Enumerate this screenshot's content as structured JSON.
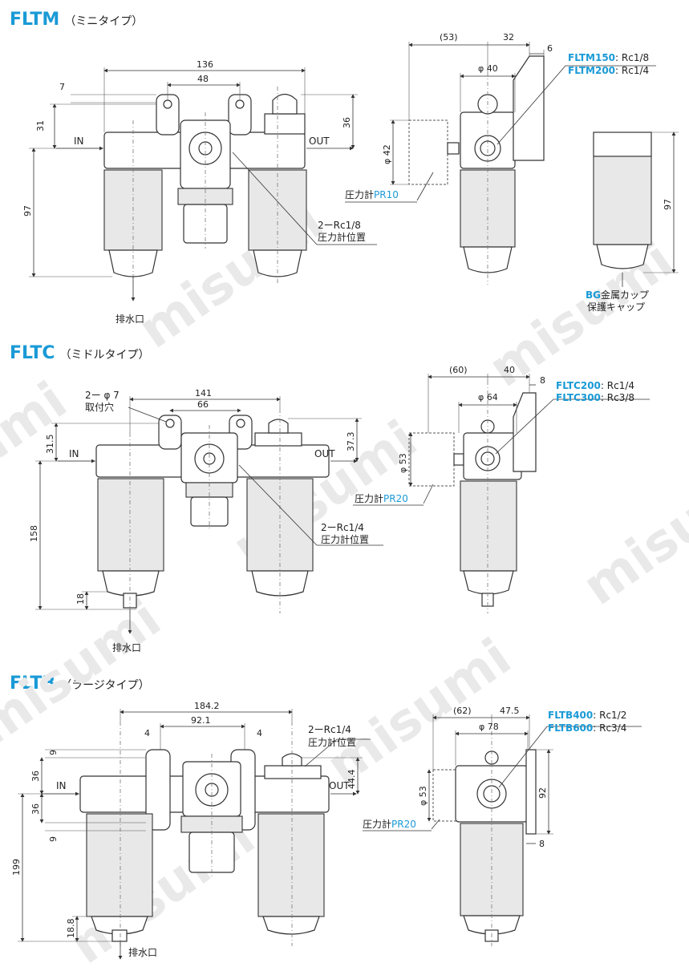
{
  "sections": [
    {
      "code": "FLTM",
      "subtitle": "（ミニタイプ）",
      "dims": {
        "total_w": "136",
        "inner_w": "48",
        "left_7": "7",
        "left_31": "31",
        "height_97": "97",
        "right_36": "36",
        "side_53": "(53)",
        "side_32": "32",
        "side_6": "6",
        "phi40": "φ 40",
        "phi42": "φ 42",
        "cap_97": "97"
      },
      "in": "IN",
      "out": "OUT",
      "port_note": [
        "2ーRc1/8",
        "圧力計位置"
      ],
      "drain": "排水口",
      "gauge_prefix": "圧力計",
      "gauge_code": "PR10",
      "models": [
        {
          "name": "FLTM150",
          "port": ": Rc1/8"
        },
        {
          "name": "FLTM200",
          "port": ": Rc1/4"
        }
      ],
      "cap_code": "BG",
      "cap_text": [
        "金属カップ",
        "保護キャップ"
      ]
    },
    {
      "code": "FLTC",
      "subtitle": "（ミドルタイプ）",
      "dims": {
        "total_w": "141",
        "inner_w": "66",
        "left_315": "31.5",
        "height_158": "158",
        "bottom_18": "18",
        "right_373": "37.3",
        "side_60": "(60)",
        "side_40": "40",
        "side_8": "8",
        "phi64": "φ 64",
        "phi53": "φ 53"
      },
      "mount_note": [
        "2ー φ 7",
        "取付穴"
      ],
      "in": "IN",
      "out": "OUT",
      "port_note": [
        "2ーRc1/4",
        "圧力計位置"
      ],
      "drain": "排水口",
      "gauge_prefix": "圧力計",
      "gauge_code": "PR20",
      "models": [
        {
          "name": "FLTC200",
          "port": ": Rc1/4"
        },
        {
          "name": "FLTC300",
          "port": ": Rc3/8"
        }
      ]
    },
    {
      "code": "FLTB",
      "subtitle": "（ラージタイプ）",
      "dims": {
        "total_w": "184.2",
        "inner_w": "92.1",
        "left_4": "4",
        "right_4": "4",
        "top_9": "9",
        "top_36": "36",
        "bot_36": "36",
        "bot_9": "9",
        "height_199": "199",
        "bottom_188": "18.8",
        "right_444": "44.4",
        "side_62": "(62)",
        "side_475": "47.5",
        "phi78": "φ 78",
        "phi53": "φ 53",
        "side_92": "92",
        "side_8": "8"
      },
      "in": "IN",
      "out": "OUT",
      "port_note": [
        "2ーRc1/4",
        "圧力計位置"
      ],
      "drain": "排水口",
      "gauge_prefix": "圧力計",
      "gauge_code": "PR20",
      "models": [
        {
          "name": "FLTB400",
          "port": ": Rc1/2"
        },
        {
          "name": "FLTB600",
          "port": ": Rc3/4"
        }
      ]
    }
  ],
  "watermark": "misumi"
}
